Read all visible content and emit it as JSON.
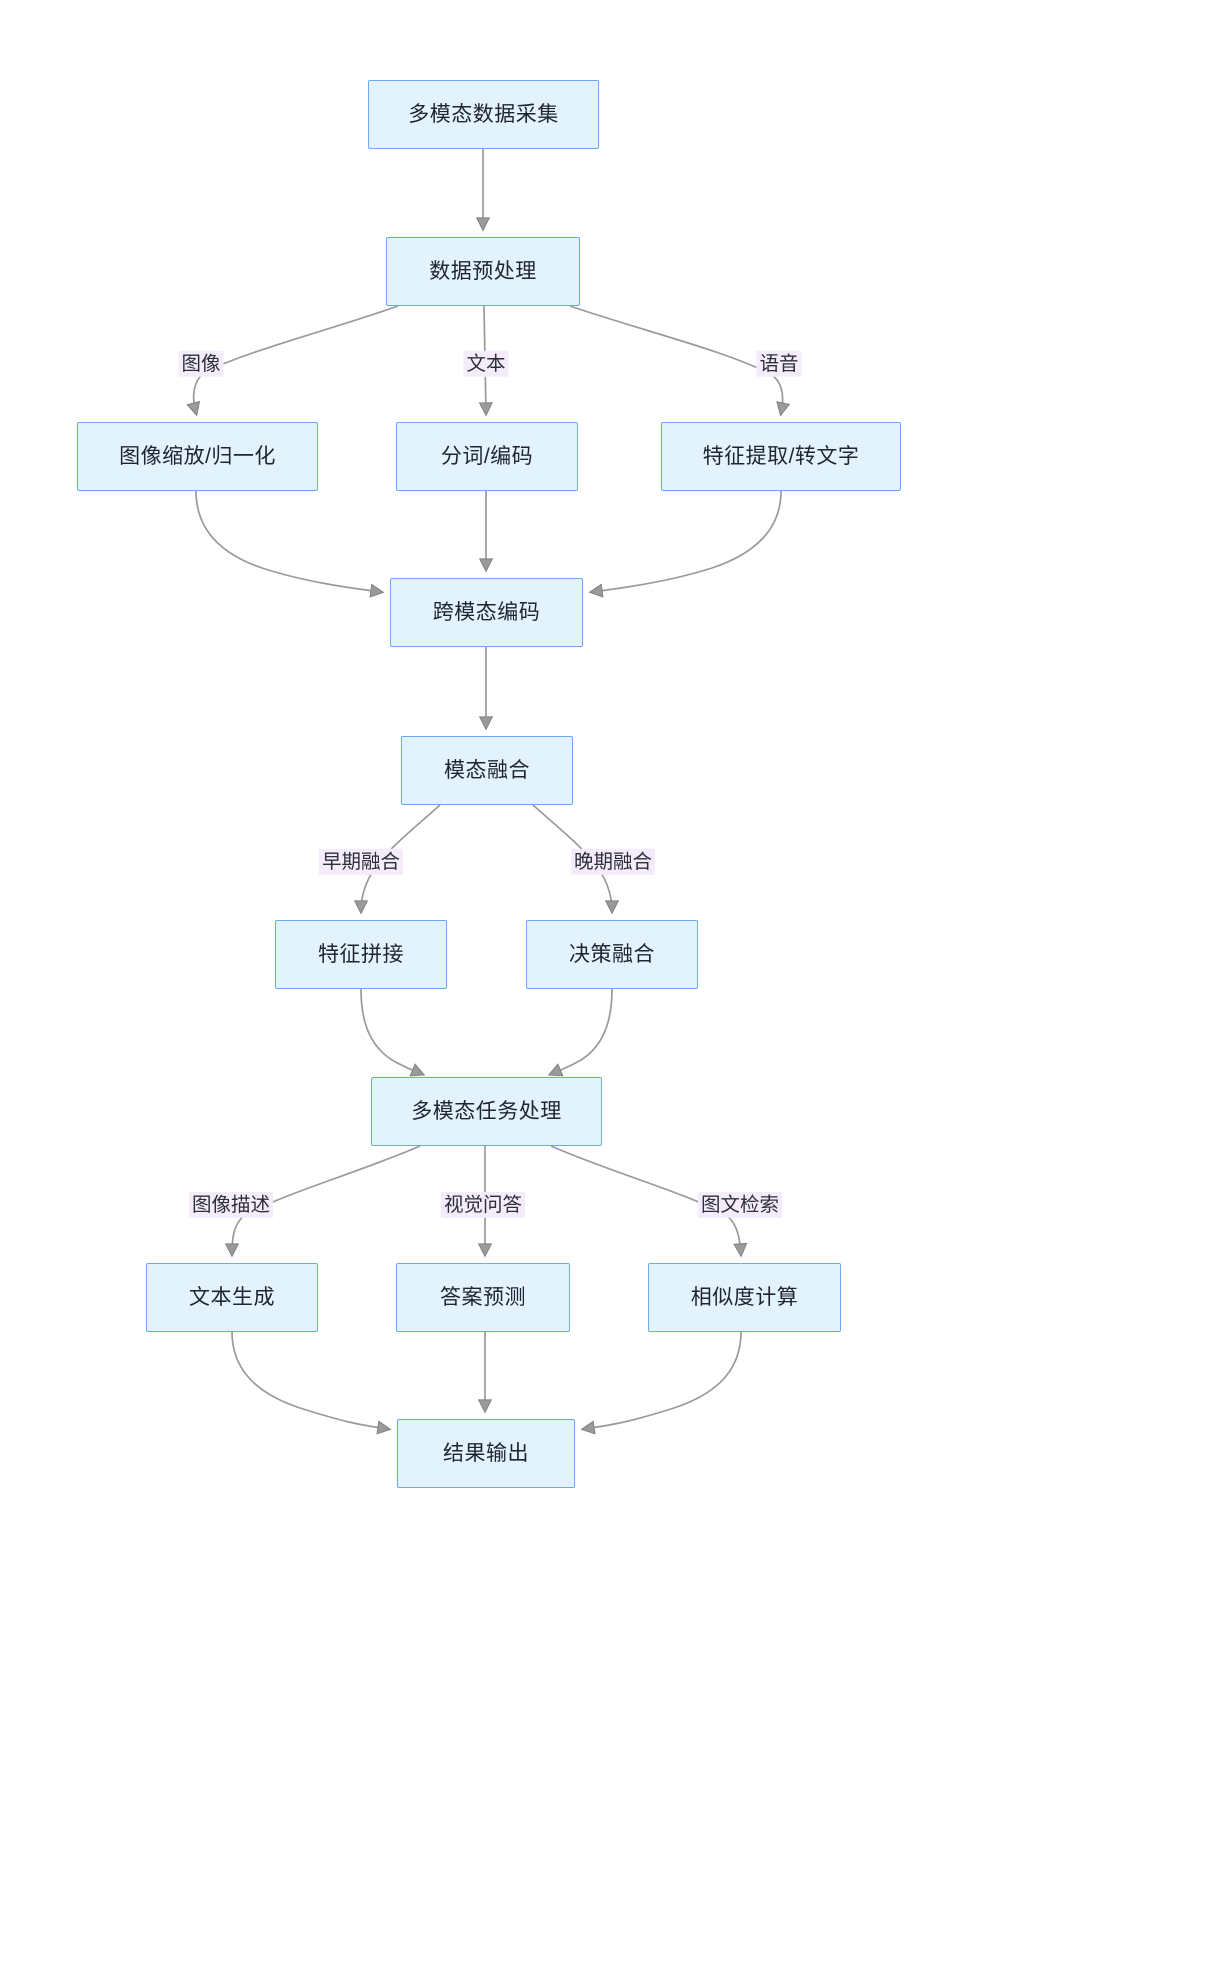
{
  "diagram": {
    "type": "flowchart",
    "direction": "top-to-bottom",
    "background_color": "#ffffff",
    "node_fill_color": "#e3f3fd",
    "node_border_color": "#6aa9f4",
    "edge_color": "#9a9a9a",
    "edge_label_bg_color": "#f4ecfc",
    "text_color": "#1f2430",
    "nodes": [
      {
        "id": "n1",
        "label": "多模态数据采集"
      },
      {
        "id": "n2",
        "label": "数据预处理"
      },
      {
        "id": "n3",
        "label": "图像缩放/归一化"
      },
      {
        "id": "n4",
        "label": "分词/编码"
      },
      {
        "id": "n5",
        "label": "特征提取/转文字"
      },
      {
        "id": "n6",
        "label": "跨模态编码"
      },
      {
        "id": "n7",
        "label": "模态融合"
      },
      {
        "id": "n8",
        "label": "特征拼接"
      },
      {
        "id": "n9",
        "label": "决策融合"
      },
      {
        "id": "n10",
        "label": "多模态任务处理"
      },
      {
        "id": "n11",
        "label": "文本生成"
      },
      {
        "id": "n12",
        "label": "答案预测"
      },
      {
        "id": "n13",
        "label": "相似度计算"
      },
      {
        "id": "n14",
        "label": "结果输出"
      }
    ],
    "edge_labels": [
      {
        "id": "e1",
        "label": "图像"
      },
      {
        "id": "e2",
        "label": "文本"
      },
      {
        "id": "e3",
        "label": "语音"
      },
      {
        "id": "e4",
        "label": "早期融合"
      },
      {
        "id": "e5",
        "label": "晚期融合"
      },
      {
        "id": "e6",
        "label": "图像描述"
      },
      {
        "id": "e7",
        "label": "视觉问答"
      },
      {
        "id": "e8",
        "label": "图文检索"
      }
    ]
  }
}
